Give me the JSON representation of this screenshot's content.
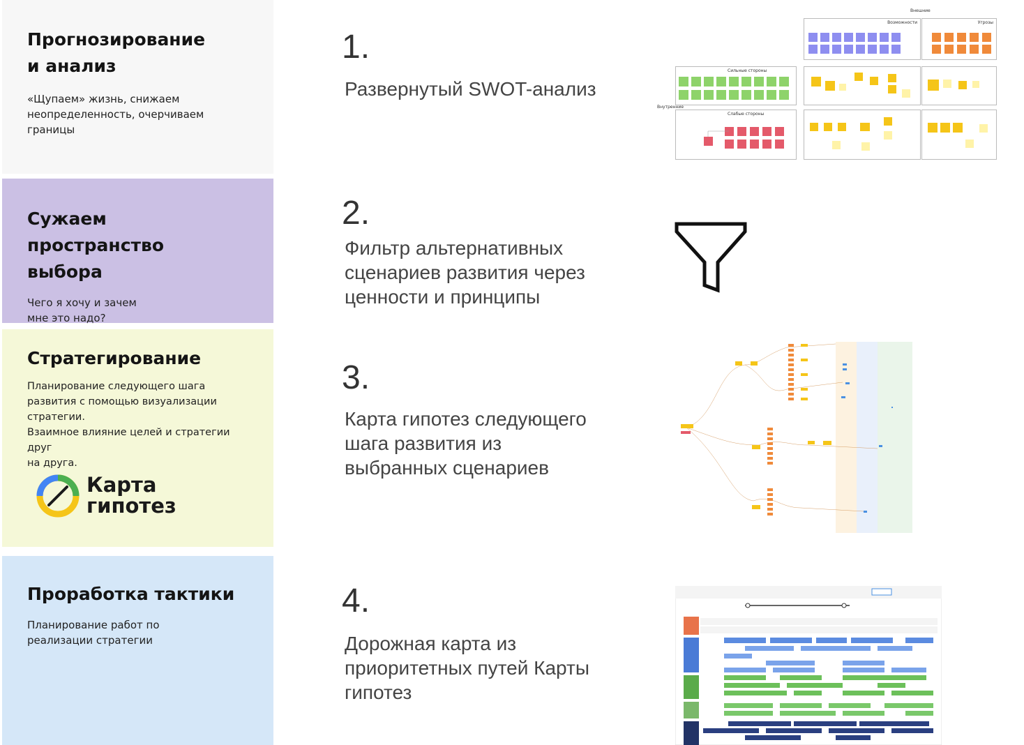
{
  "panels": [
    {
      "title": "Прогнозирование\nи анализ",
      "description": "«Щупаем» жизнь, снижаем\nнеопределенность, очерчиваем\nграницы"
    },
    {
      "title": "Сужаем пространство\nвыбора",
      "description": "Чего я хочу и зачем\nмне это надо?"
    },
    {
      "title": "Стратегирование",
      "description": "Планирование следующего шага\nразвития с помощью визуализации\nстратегии.\nВзаимное влияние целей и стратегии друг\nна друга."
    },
    {
      "title": "Проработка тактики",
      "description": "Планирование работ по\nреализации стратегии"
    }
  ],
  "logo": {
    "text": "Карта\nгипотез",
    "icon": "compass-logo-icon"
  },
  "steps": [
    {
      "number": "1.",
      "text": "Развернутый SWOT-анализ"
    },
    {
      "number": "2.",
      "text": "Фильтр альтернативных\nсценариев развития через\nценности и принципы"
    },
    {
      "number": "3.",
      "text": "Карта гипотез следующего\nшага развития из\nвыбранных сценариев"
    },
    {
      "number": "4.",
      "text": "Дорожная карта из\nприоритетных путей Карты\nгипотез"
    }
  ],
  "illustrations": {
    "swot": {
      "top_label": "Внешние",
      "side_label": "Внутренние",
      "box_labels": [
        "Возможности",
        "Угрозы",
        "Сильные стороны",
        "Слабые стороны"
      ]
    },
    "filter_icon": "funnel-filter-icon",
    "colors": {
      "purple": "#cbc0e4",
      "yellow": "#f5f8d8",
      "blue": "#d5e7f8",
      "gray": "#f7f7f7"
    }
  }
}
